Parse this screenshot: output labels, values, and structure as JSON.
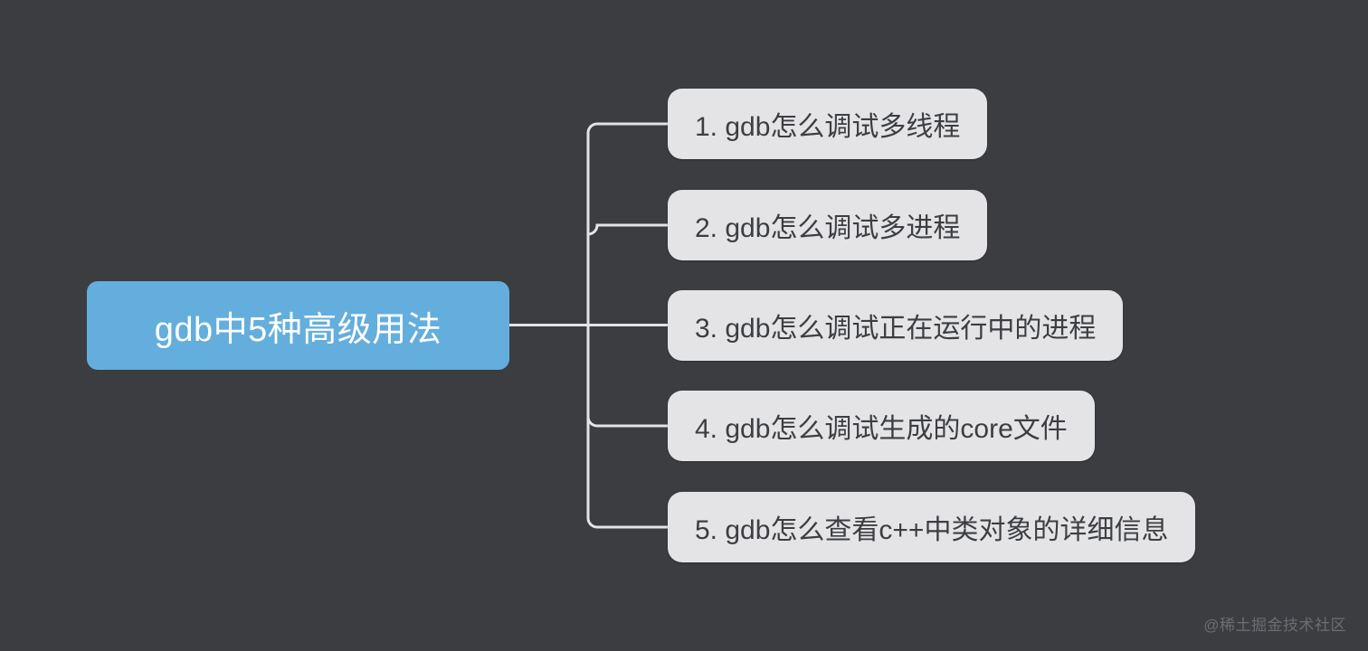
{
  "diagram": {
    "type": "mindmap",
    "background_color": "#3b3d41",
    "connector_color": "#e4e4e6",
    "root": {
      "label": "gdb中5种高级用法",
      "fill_color": "#64aedd",
      "text_color": "#ffffff"
    },
    "children": [
      {
        "label": "1. gdb怎么调试多线程",
        "fill_color": "#e4e4e6",
        "text_color": "#3c3e42"
      },
      {
        "label": "2. gdb怎么调试多进程",
        "fill_color": "#e4e4e6",
        "text_color": "#3c3e42"
      },
      {
        "label": "3. gdb怎么调试正在运行中的进程",
        "fill_color": "#e4e4e6",
        "text_color": "#3c3e42"
      },
      {
        "label": "4. gdb怎么调试生成的core文件",
        "fill_color": "#e4e4e6",
        "text_color": "#3c3e42"
      },
      {
        "label": "5. gdb怎么查看c++中类对象的详细信息",
        "fill_color": "#e4e4e6",
        "text_color": "#3c3e42"
      }
    ]
  },
  "watermark": {
    "text": "@稀土掘金技术社区"
  }
}
